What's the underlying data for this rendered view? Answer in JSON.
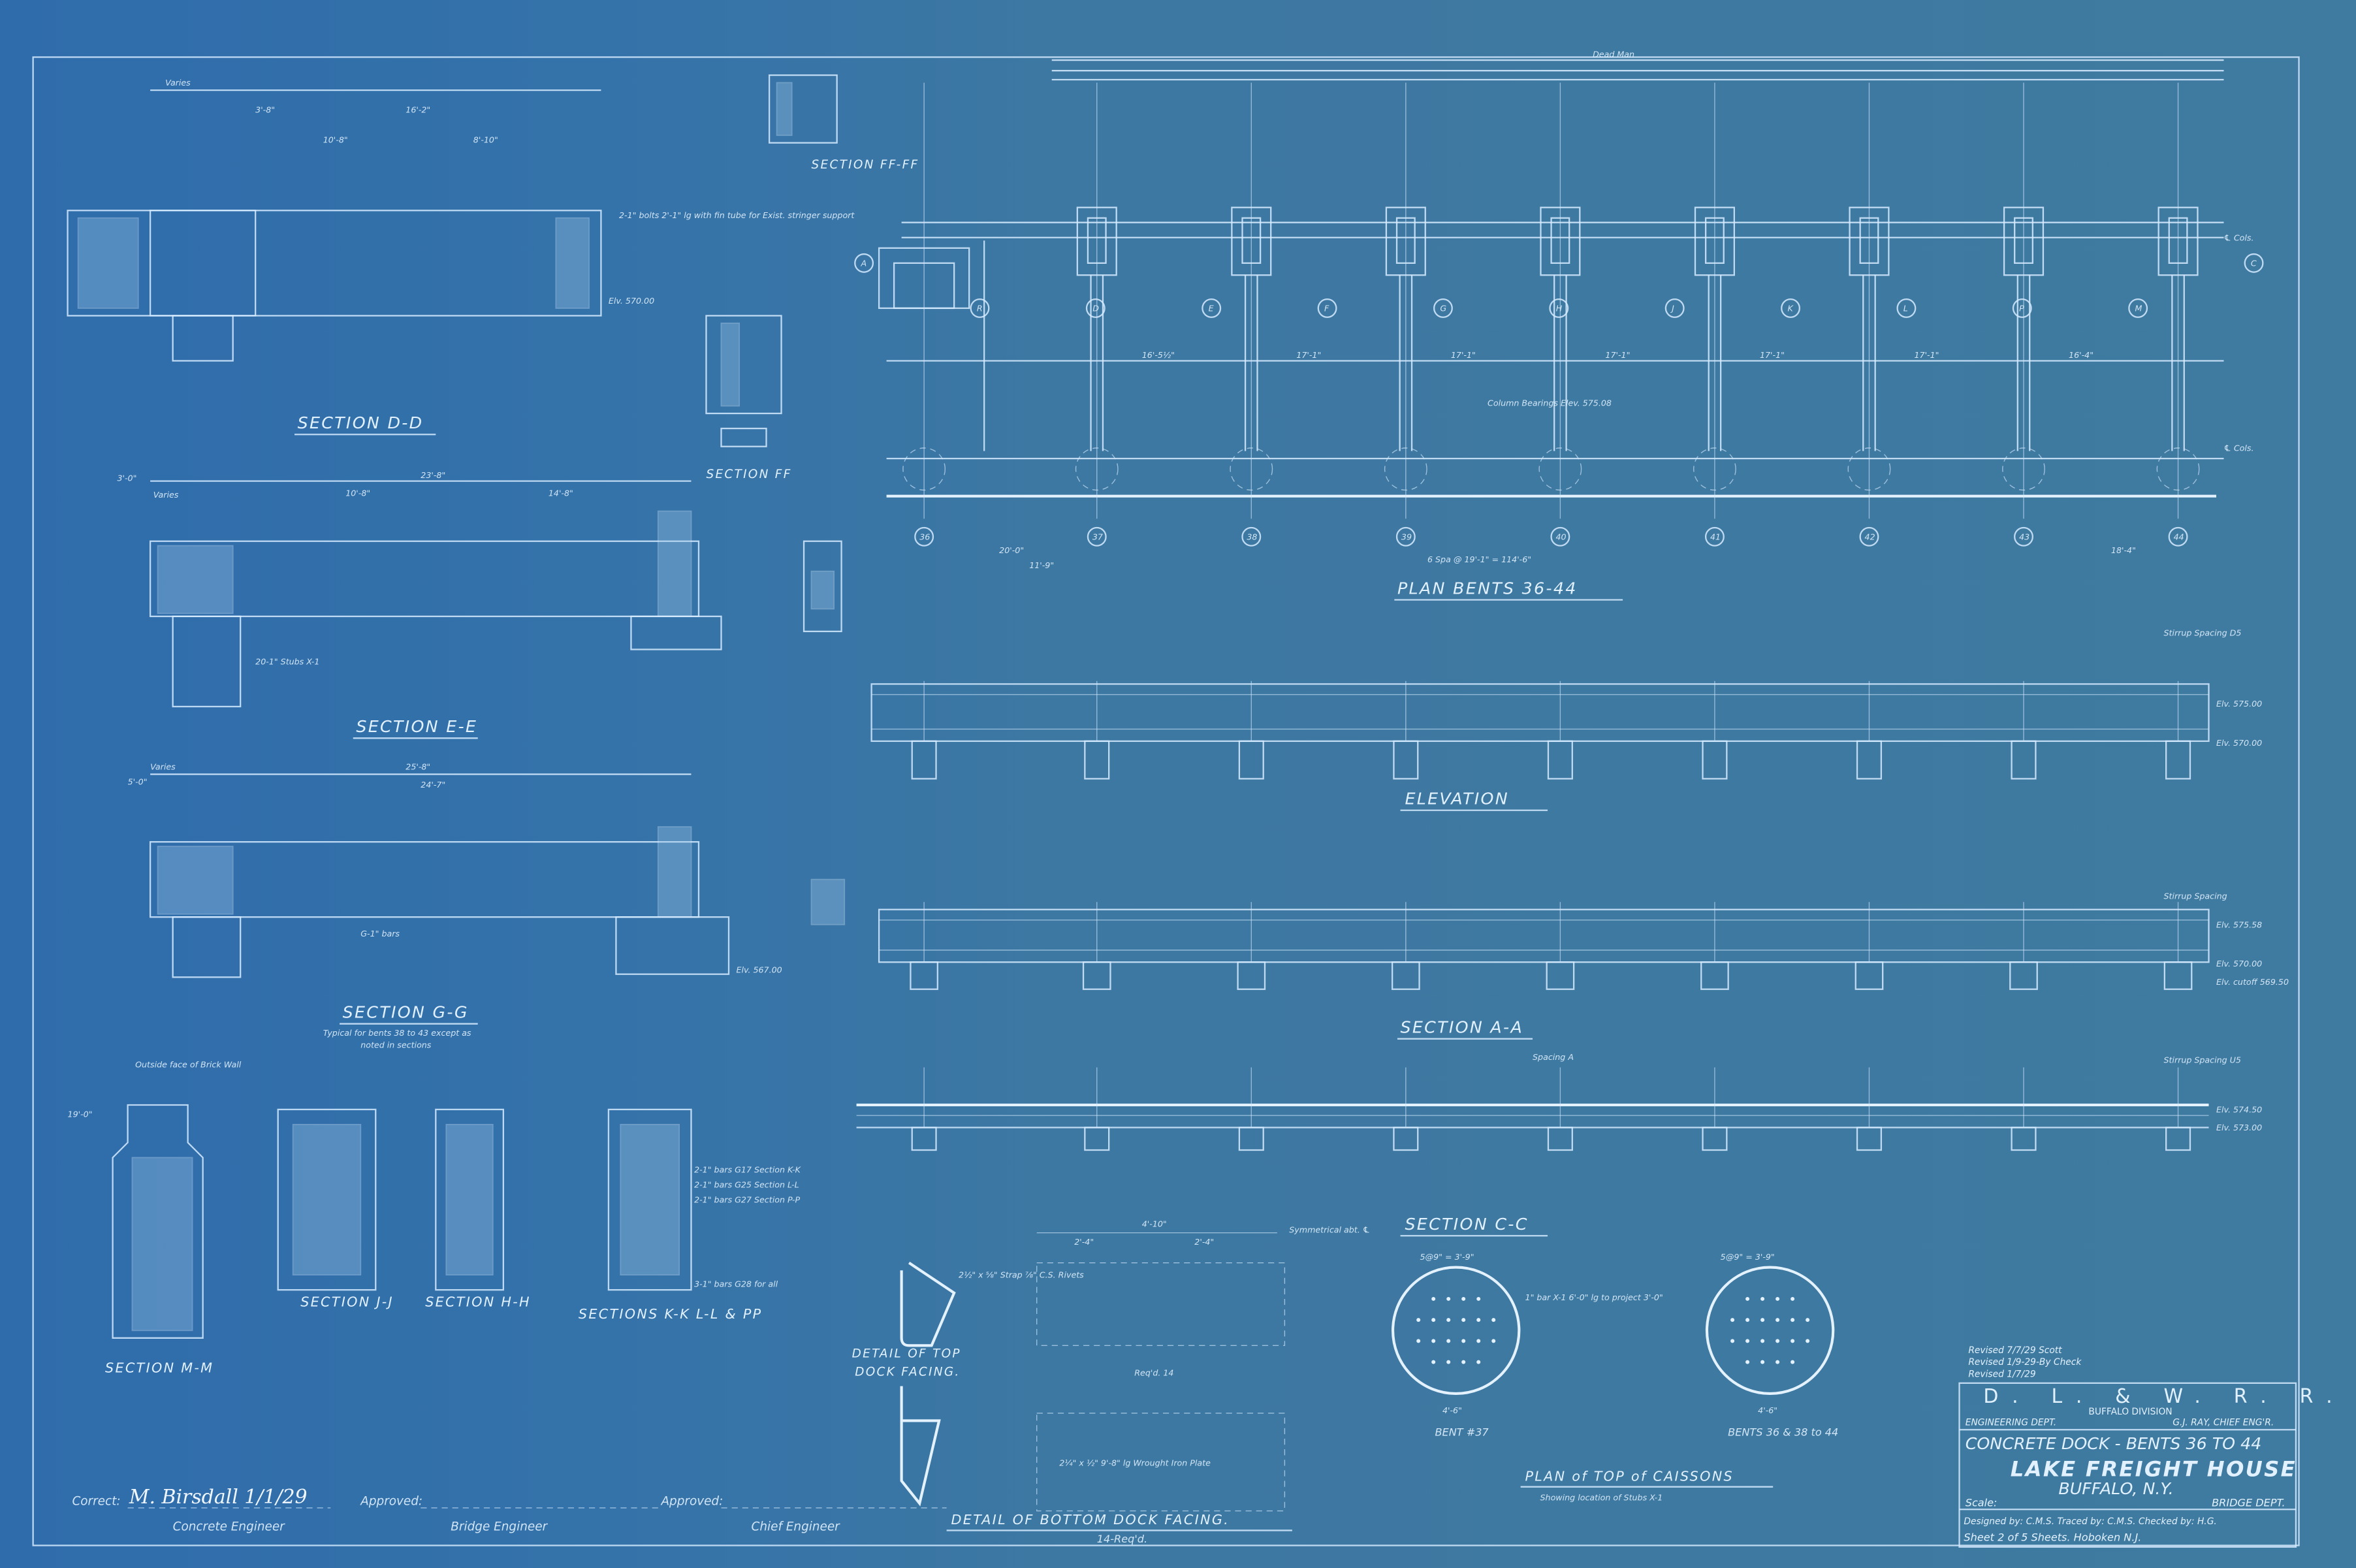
{
  "title_block": {
    "revisions": [
      "Revised 7/7/29 Scott",
      "Revised 1/9-29-By Check",
      "Revised 1/7/29"
    ],
    "railroad": "D. L. & W. R. R.",
    "division": "BUFFALO DIVISION",
    "department": "ENGINEERING DEPT.",
    "chief": "G.J. RAY, CHIEF ENG'R.",
    "drawing_title": "CONCRETE DOCK - BENTS 36 TO 44",
    "project": "LAKE FREIGHT HOUSE",
    "location": "BUFFALO, N.Y.",
    "scale": "Scale:",
    "bridge_dept": "BRIDGE DEPT.",
    "credits": "Designed by: C.M.S. Traced by: C.M.S. Checked by: H.G.",
    "sheet": "Sheet 2 of 5 Sheets. Hoboken N.J."
  },
  "signatures": {
    "correct": "Correct:",
    "signature": "M. Birsdall 1/1/29",
    "approved_1": "Approved:",
    "approved_2": "Approved:",
    "concrete_engineer": "Concrete Engineer",
    "bridge_engineer": "Bridge Engineer",
    "chief_engineer": "Chief Engineer"
  },
  "views": {
    "plan": "PLAN BENTS 36-44",
    "elevation": "ELEVATION",
    "section_aa": "SECTION A-A",
    "section_cc": "SECTION C-C",
    "section_dd": "SECTION D-D",
    "section_ee": "SECTION E-E",
    "section_gg": "SECTION G-G",
    "section_gg_note_1": "Typical for bents 38 to 43 except as",
    "section_gg_note_2": "noted in sections",
    "section_ff": "SECTION FF",
    "section_ffff": "SECTION FF-FF",
    "section_mm": "SECTION M-M",
    "section_jj": "SECTION J-J",
    "section_hh": "SECTION H-H",
    "section_kk": "SECTIONS K-K L-L & PP",
    "caissons": "PLAN of TOP of CAISSONS",
    "caissons_note": "Showing location of Stubs X-1",
    "top_facing_1": "DETAIL OF TOP",
    "top_facing_2": "DOCK FACING.",
    "bottom_facing": "DETAIL OF BOTTOM DOCK FACING.",
    "bottom_facing_reqd": "14-Req'd.",
    "top_reqd": "Req'd. 14"
  },
  "plan": {
    "dead_man": "Dead Man",
    "bents": [
      "36",
      "37",
      "38",
      "39",
      "40",
      "41",
      "42",
      "43",
      "44"
    ],
    "spans": [
      "16'-5½\"",
      "17'-1\"",
      "17'-1\"",
      "17'-1\"",
      "17'-1\"",
      "17'-1\"",
      "16'-4\""
    ],
    "column_note": "Column Bearings Elev. 575.08",
    "spacing_note": "6 Spa @ 19'-1\" = 114'-6\"",
    "dim_left": "20'-0\"",
    "dim_left2": "11'-9\"",
    "dim_right": "18'-4\"",
    "cols_label": "℄ Cols.",
    "section_marks": [
      "A",
      "R",
      "D",
      "E",
      "F",
      "G",
      "H",
      "J",
      "K",
      "L",
      "P",
      "M",
      "C"
    ]
  },
  "elevation": {
    "elev_top": "Elv. 575.00",
    "elev_bottom": "Elv. 570.00",
    "stirrup_note": "Stirrup Spacing D5"
  },
  "section_aa": {
    "elev_1": "Elv. 575.58",
    "elev_2": "Elv. 570.00",
    "elev_3": "Elv. cutoff 569.50",
    "spacing_a": "Spacing A",
    "stirrup_note": "Stirrup Spacing"
  },
  "lower_section": {
    "elev_1": "Elv. 574.50",
    "elev_2": "Elv. 573.00",
    "stirrup_note": "Stirrup Spacing U5"
  },
  "caissons": {
    "grid_dim": "5@9\" = 3'-9\"",
    "diameter": "4'-6\"",
    "bent_37": "BENT #37",
    "bents_other": "BENTS 36 & 38 to 44",
    "bar_note": "1\" bar X-1 6'-0\" lg to project 3'-0\""
  },
  "facing": {
    "strap_note": "2½\" x ⅝\" Strap ⅞\" C.S. Rivets",
    "plate_note": "2¼\" x ½\" 9'-8\" lg Wrought Iron Plate",
    "symmetrical": "Symmetrical abt. ℄",
    "dims": [
      "4'-10\"",
      "2'-4\"",
      "2'-4\""
    ]
  },
  "section_dd": {
    "dims": [
      "Varies",
      "3'-8\"",
      "16'-2\"",
      "10'-8\"",
      "8'-10\""
    ],
    "elev": "Elv. 570.00",
    "note": "2-1\" bolts 2'-1\" lg with fin tube for Exist. stringer support"
  },
  "section_ee": {
    "dims": [
      "3'-0\"",
      "Varies",
      "10'-8\"",
      "23'-8\"",
      "14'-8\""
    ],
    "note": "20-1\" Stubs X-1"
  },
  "section_gg": {
    "dims": [
      "5'-0\"",
      "Varies",
      "25'-8\"",
      "24'-7\""
    ],
    "elev": "Elv. 567.00",
    "bars": "G-1\" bars"
  },
  "small_sections": {
    "dim": "19'-0\"",
    "note": "Outside face of Brick Wall",
    "bars": [
      "2-1\" bars G17 Section K-K",
      "2-1\" bars G25 Section L-L",
      "2-1\" bars G27 Section P-P",
      "3-1\" bars G28 for all"
    ]
  },
  "colors": {
    "paper": "#3d78a2",
    "line": "#d6ebff"
  }
}
